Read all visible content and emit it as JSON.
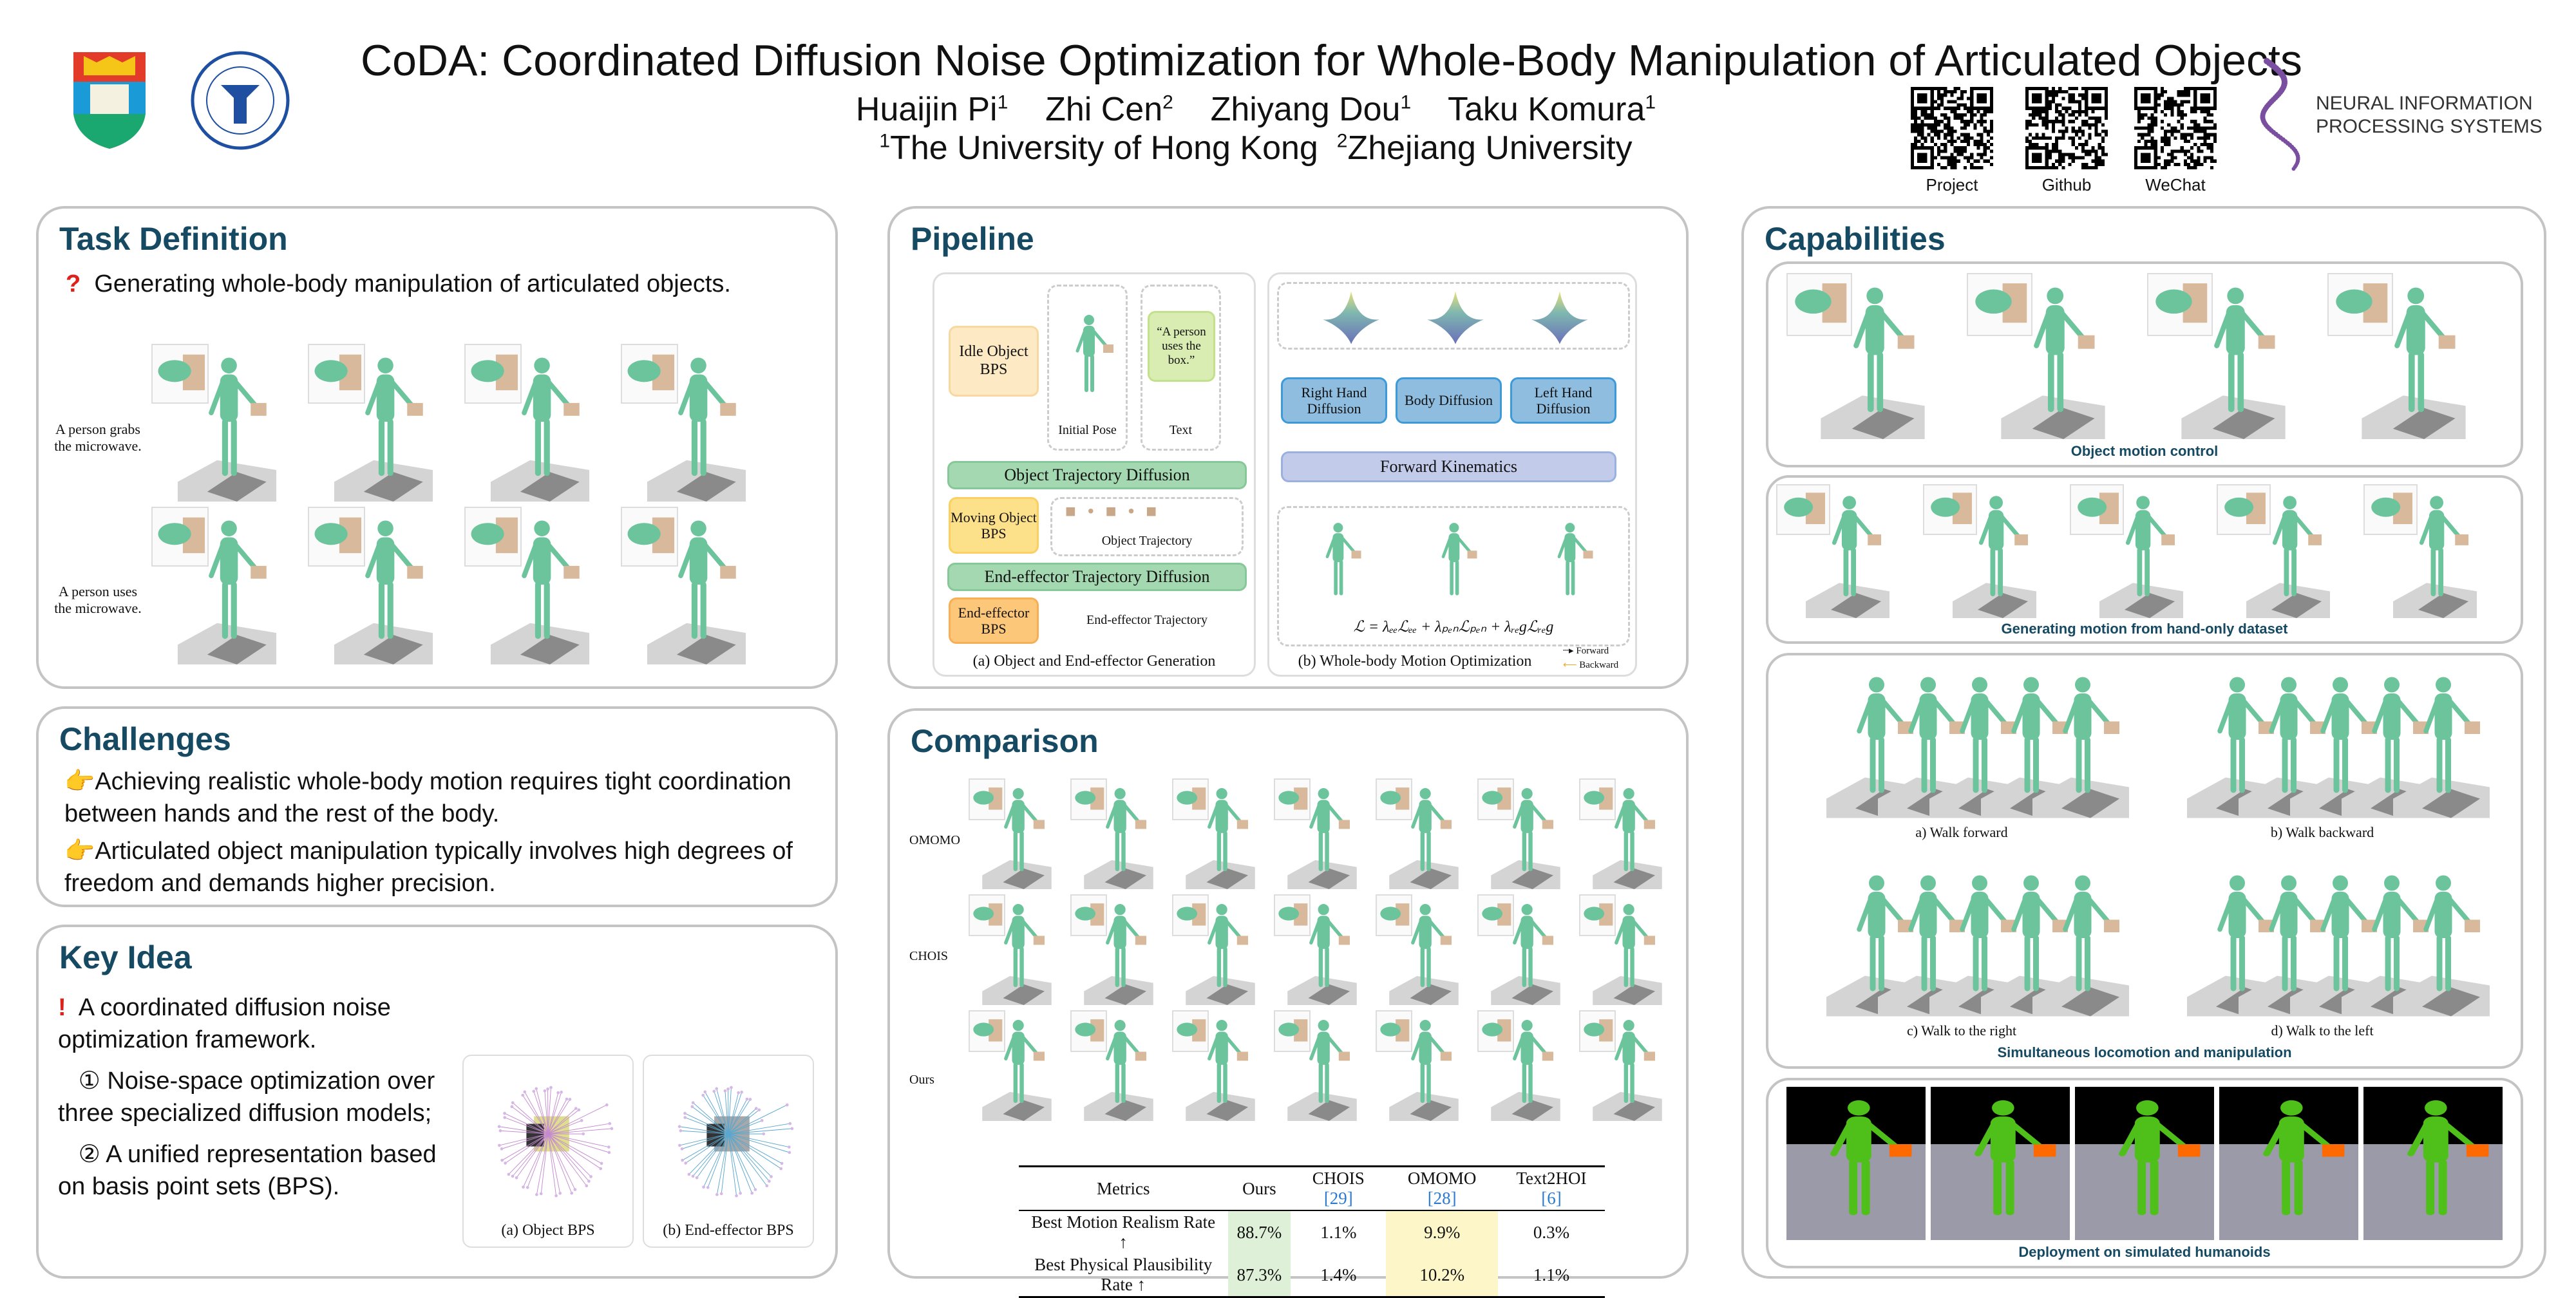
{
  "header": {
    "title": "CoDA: Coordinated Diffusion Noise Optimization for Whole-Body Manipulation of Articulated Objects",
    "authors": [
      {
        "name": "Huaijin Pi",
        "aff": "1"
      },
      {
        "name": "Zhi Cen",
        "aff": "2"
      },
      {
        "name": "Zhiyang Dou",
        "aff": "1"
      },
      {
        "name": "Taku Komura",
        "aff": "1"
      }
    ],
    "affiliations": [
      {
        "num": "1",
        "name": "The University of Hong Kong"
      },
      {
        "num": "2",
        "name": "Zhejiang University"
      }
    ],
    "qr_labels": [
      "Project",
      "Github",
      "WeChat"
    ],
    "logos": {
      "hku": "HKU crest",
      "zju": "Zhejiang University seal",
      "neurips": "NEURAL INFORMATION PROCESSING SYSTEMS"
    },
    "neurips_line1": "NEURAL INFORMATION",
    "neurips_line2": "PROCESSING SYSTEMS"
  },
  "task": {
    "title": "Task Definition",
    "icon": "question-mark-icon",
    "text": "Generating whole-body manipulation of articulated objects.",
    "row_captions": [
      "A person grabs the microwave.",
      "A person uses the microwave."
    ]
  },
  "challenges": {
    "title": "Challenges",
    "icon": "pointing-hand-icon",
    "items": [
      "Achieving realistic whole-body motion requires tight coordination between hands and the rest of the body.",
      "Articulated object manipulation typically involves high degrees of freedom and demands higher precision."
    ]
  },
  "key_idea": {
    "title": "Key Idea",
    "icon": "exclamation-icon",
    "main": "A coordinated diffusion noise optimization framework.",
    "points": [
      {
        "num": "①",
        "text": "Noise-space optimization over three specialized diffusion models;"
      },
      {
        "num": "②",
        "text": "A unified representation based on basis point sets (BPS)."
      }
    ],
    "figure_captions": [
      "(a) Object BPS",
      "(b) End-effector BPS"
    ]
  },
  "pipeline": {
    "title": "Pipeline",
    "left": {
      "idle": "Idle Object BPS",
      "initial_pose": "Initial Pose",
      "text_quote": "“A person uses the box.”",
      "text_label": "Text",
      "obj_diffusion": "Object Trajectory Diffusion",
      "moving": "Moving Object BPS",
      "obj_traj": "Object Trajectory",
      "ee_diffusion": "End-effector Trajectory Diffusion",
      "ee_bps": "End-effector BPS",
      "ee_traj": "End-effector Trajectory",
      "caption": "(a) Object and End-effector Generation"
    },
    "right": {
      "rh": "Right Hand Diffusion",
      "body": "Body Diffusion",
      "lh": "Left Hand Diffusion",
      "fk": "Forward Kinematics",
      "loss": "ℒ = λₑₑℒₑₑ + λₚₑₙℒₚₑₙ + λᵣₑgℒᵣₑg",
      "caption": "(b) Whole-body Motion Optimization",
      "forward": "Forward",
      "backward": "Backward"
    },
    "colors": {
      "idle": "#fde9c4",
      "moving": "#fde08a",
      "ee": "#fdc77a",
      "diffusion": "#a3d8b0",
      "hand": "#8fbde0",
      "fk": "#c2cbea",
      "backward": "#f5a623"
    }
  },
  "comparison": {
    "title": "Comparison",
    "rows": [
      "OMOMO",
      "CHOIS",
      "Ours"
    ],
    "table": {
      "headers": [
        "Metrics",
        "Ours",
        "CHOIS",
        "OMOMO",
        "Text2HOI"
      ],
      "refs": [
        "",
        "",
        "[29]",
        "[28]",
        "[6]"
      ],
      "rows": [
        {
          "metric": "Best Motion Realism Rate ↑",
          "values": [
            "88.7%",
            "1.1%",
            "9.9%",
            "0.3%"
          ]
        },
        {
          "metric": "Best Physical Plausibility Rate ↑",
          "values": [
            "87.3%",
            "1.4%",
            "10.2%",
            "1.1%"
          ]
        }
      ],
      "highlight": {
        "best": "#dff0d8",
        "second": "#fdf6c8"
      }
    }
  },
  "capabilities": {
    "title": "Capabilities",
    "sections": [
      {
        "caption": "Object motion control"
      },
      {
        "caption": "Generating motion from hand-only dataset"
      },
      {
        "caption": "Simultaneous locomotion and manipulation",
        "sub": [
          "a) Walk forward",
          "b) Walk backward",
          "c) Walk to the right",
          "d) Walk to the left"
        ]
      },
      {
        "caption": "Deployment on simulated humanoids"
      }
    ]
  },
  "colors": {
    "heading": "#164a63",
    "figure": "#6cc49c",
    "box": "#d9b99b",
    "border": "#c4c4c4"
  }
}
